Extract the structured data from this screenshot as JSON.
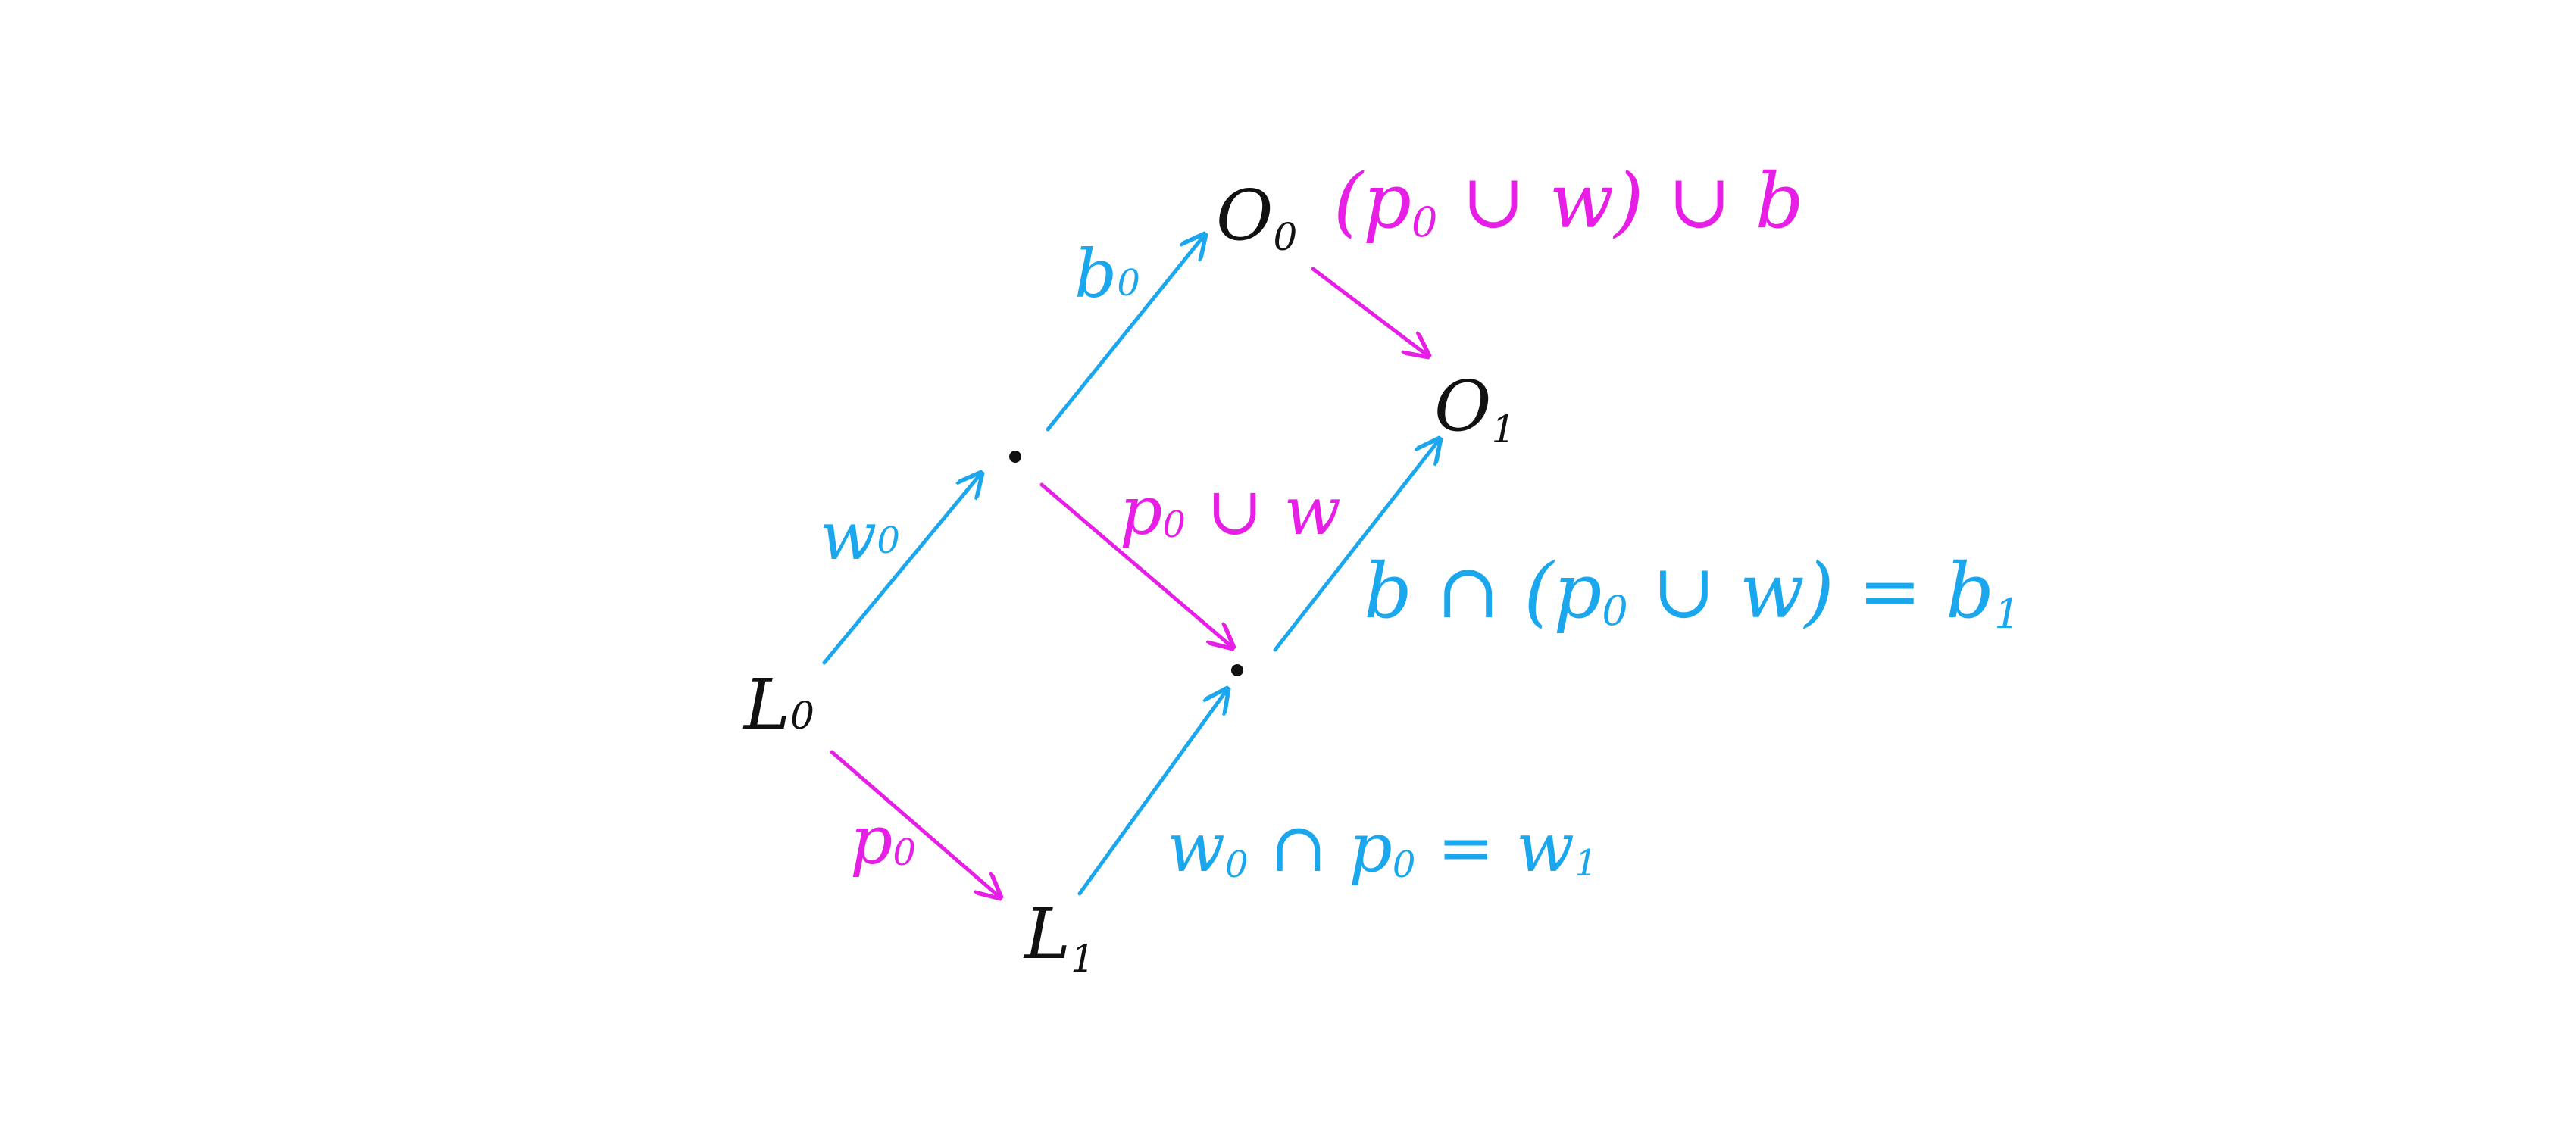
{
  "colors": {
    "blue": "#1aa7ee",
    "magenta": "#e61ee6",
    "black": "#111111"
  },
  "nodes": {
    "L0": {
      "base": "L",
      "sub": "0"
    },
    "L1": {
      "base": "L",
      "sub": "1"
    },
    "O0": {
      "base": "O",
      "sub": "0"
    },
    "O1": {
      "base": "O",
      "sub": "1"
    }
  },
  "edge_labels": {
    "w0": {
      "base": "w",
      "sub": "0"
    },
    "b0": {
      "base": "b",
      "sub": "0"
    },
    "p0": {
      "base": "p",
      "sub": "0"
    },
    "p0uw": {
      "p": "p",
      "sub": "0",
      "rest": " ∪ w"
    },
    "o0_to_o1": {
      "open": "(p",
      "sub": "0",
      "rest": " ∪ w) ∪ b"
    },
    "b1_eq": {
      "pre": "b ∩ (p",
      "sub": "0",
      "mid": " ∪ w) = b",
      "sub2": "1"
    },
    "w1_eq": {
      "pre": "w",
      "sub": "0",
      "mid": " ∩ p",
      "sub2": "0",
      "post": " = w",
      "sub3": "1"
    }
  }
}
